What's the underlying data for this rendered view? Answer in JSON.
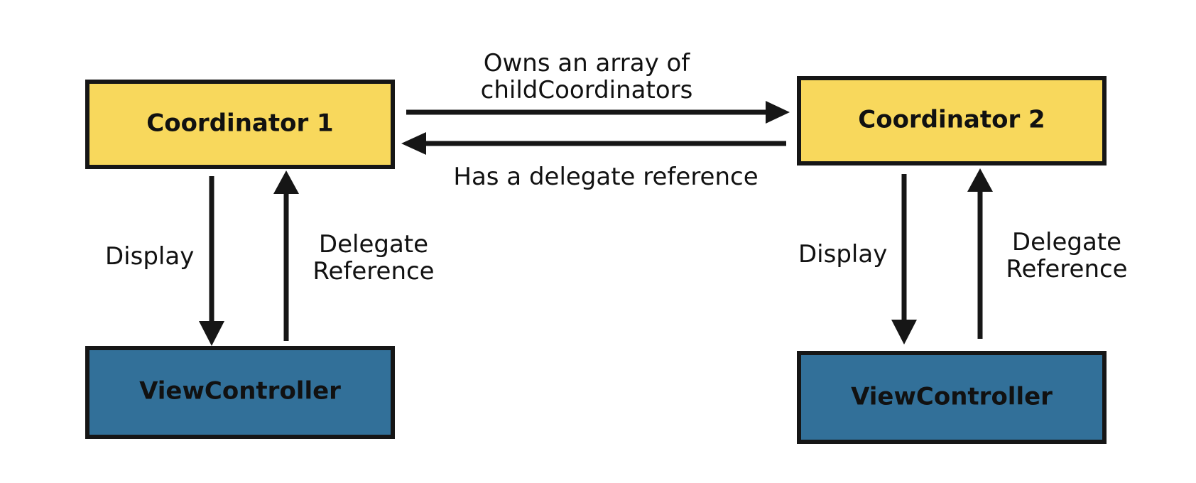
{
  "colors": {
    "coordinator_fill": "#f8d85c",
    "viewcontroller_fill": "#327099",
    "outline": "#161616",
    "text": "#111111"
  },
  "nodes": {
    "coordinator_1": "Coordinator 1",
    "coordinator_2": "Coordinator 2",
    "view_controller_1": "ViewController",
    "view_controller_2": "ViewController"
  },
  "edges": {
    "owns_line1": "Owns an array of",
    "owns_line2": "childCoordinators",
    "has_delegate": "Has a delegate reference",
    "left_display": "Display",
    "left_delegate_line1": "Delegate",
    "left_delegate_line2": "Reference",
    "right_display": "Display",
    "right_delegate_line1": "Delegate",
    "right_delegate_line2": "Reference"
  }
}
